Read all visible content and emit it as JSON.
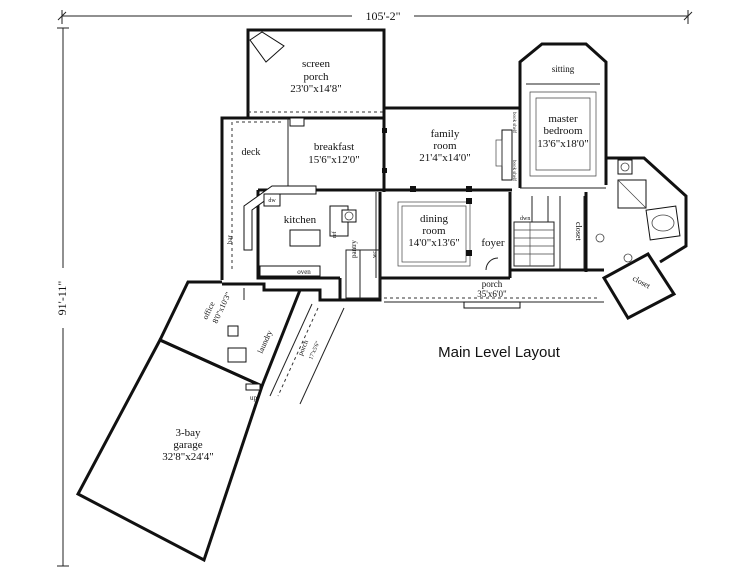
{
  "dimensions": {
    "width": "105'-2\"",
    "depth": "91'-11\""
  },
  "caption": "Main Level Layout",
  "rooms": {
    "screen_porch": {
      "name": "screen",
      "name2": "porch",
      "size": "23'0\"x14'8\""
    },
    "breakfast": {
      "name": "breakfast",
      "size": "15'6\"x12'0\""
    },
    "family_room": {
      "name": "family",
      "name2": "room",
      "size": "21'4\"x14'0\""
    },
    "master_bedroom": {
      "name": "master",
      "name2": "bedroom",
      "size": "13'6\"x18'0\""
    },
    "sitting": {
      "name": "sitting"
    },
    "deck": {
      "name": "deck"
    },
    "kitchen": {
      "name": "kitchen"
    },
    "dining_room": {
      "name": "dining",
      "name2": "room",
      "size": "14'0\"x13'6\""
    },
    "foyer": {
      "name": "foyer"
    },
    "porch": {
      "name": "porch",
      "size": "35'x6'0\""
    },
    "office": {
      "name": "office",
      "size": "8'0\"x10'3\""
    },
    "laundry": {
      "name": "laundry"
    },
    "garage": {
      "name": "3-bay",
      "name2": "garage",
      "size": "32'8\"x24'4\""
    },
    "pantry": {
      "name": "pantry"
    },
    "closet_hall": {
      "name": "closet"
    },
    "closet_bath": {
      "name": "closet"
    },
    "side_porch": {
      "name": "porch",
      "size": "17'x5'6\""
    }
  },
  "fixtures": {
    "bar": "bar",
    "dw": "dw",
    "oven": "oven",
    "ref": "ref",
    "dwn": "dwn",
    "up": "up",
    "wc": "wc",
    "book_shelf": "book shelf"
  }
}
